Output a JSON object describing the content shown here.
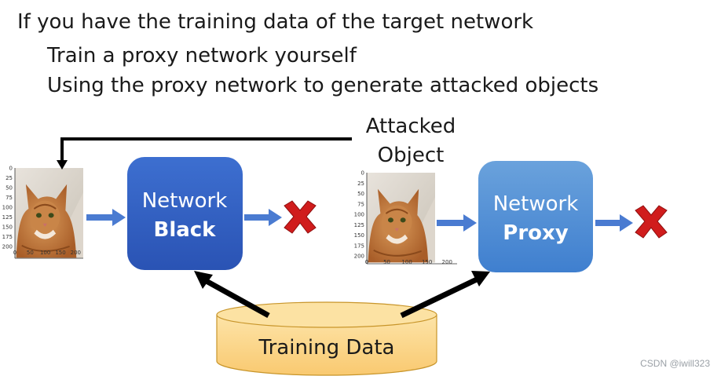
{
  "bullets": {
    "line1": "If you have the training data of the target network",
    "line2": "Train a proxy network yourself",
    "line3": "Using the proxy network to generate attacked objects"
  },
  "attacked_label": {
    "line1": "Attacked",
    "line2": "Object"
  },
  "networks": {
    "black": {
      "word": "Network",
      "name": "Black",
      "color_top": "#3d6fd0",
      "color_bottom": "#2a53b4"
    },
    "proxy": {
      "word": "Network",
      "name": "Proxy",
      "color_top": "#6aa2dc",
      "color_bottom": "#3f7fcf"
    }
  },
  "database": {
    "label": "Training Data",
    "color": "#fcd68c"
  },
  "plot_ticks": {
    "y": [
      "0",
      "25",
      "50",
      "75",
      "100",
      "125",
      "150",
      "175",
      "200"
    ],
    "x": [
      "0",
      "50",
      "100",
      "150",
      "200"
    ]
  },
  "icons": {
    "result": "red-x-icon",
    "image": "cat-photo"
  },
  "colors": {
    "arrow_blue": "#4a7bd1",
    "arrow_black": "#000000",
    "x_red": "#d01c1c"
  },
  "watermark": "CSDN @iwill323"
}
